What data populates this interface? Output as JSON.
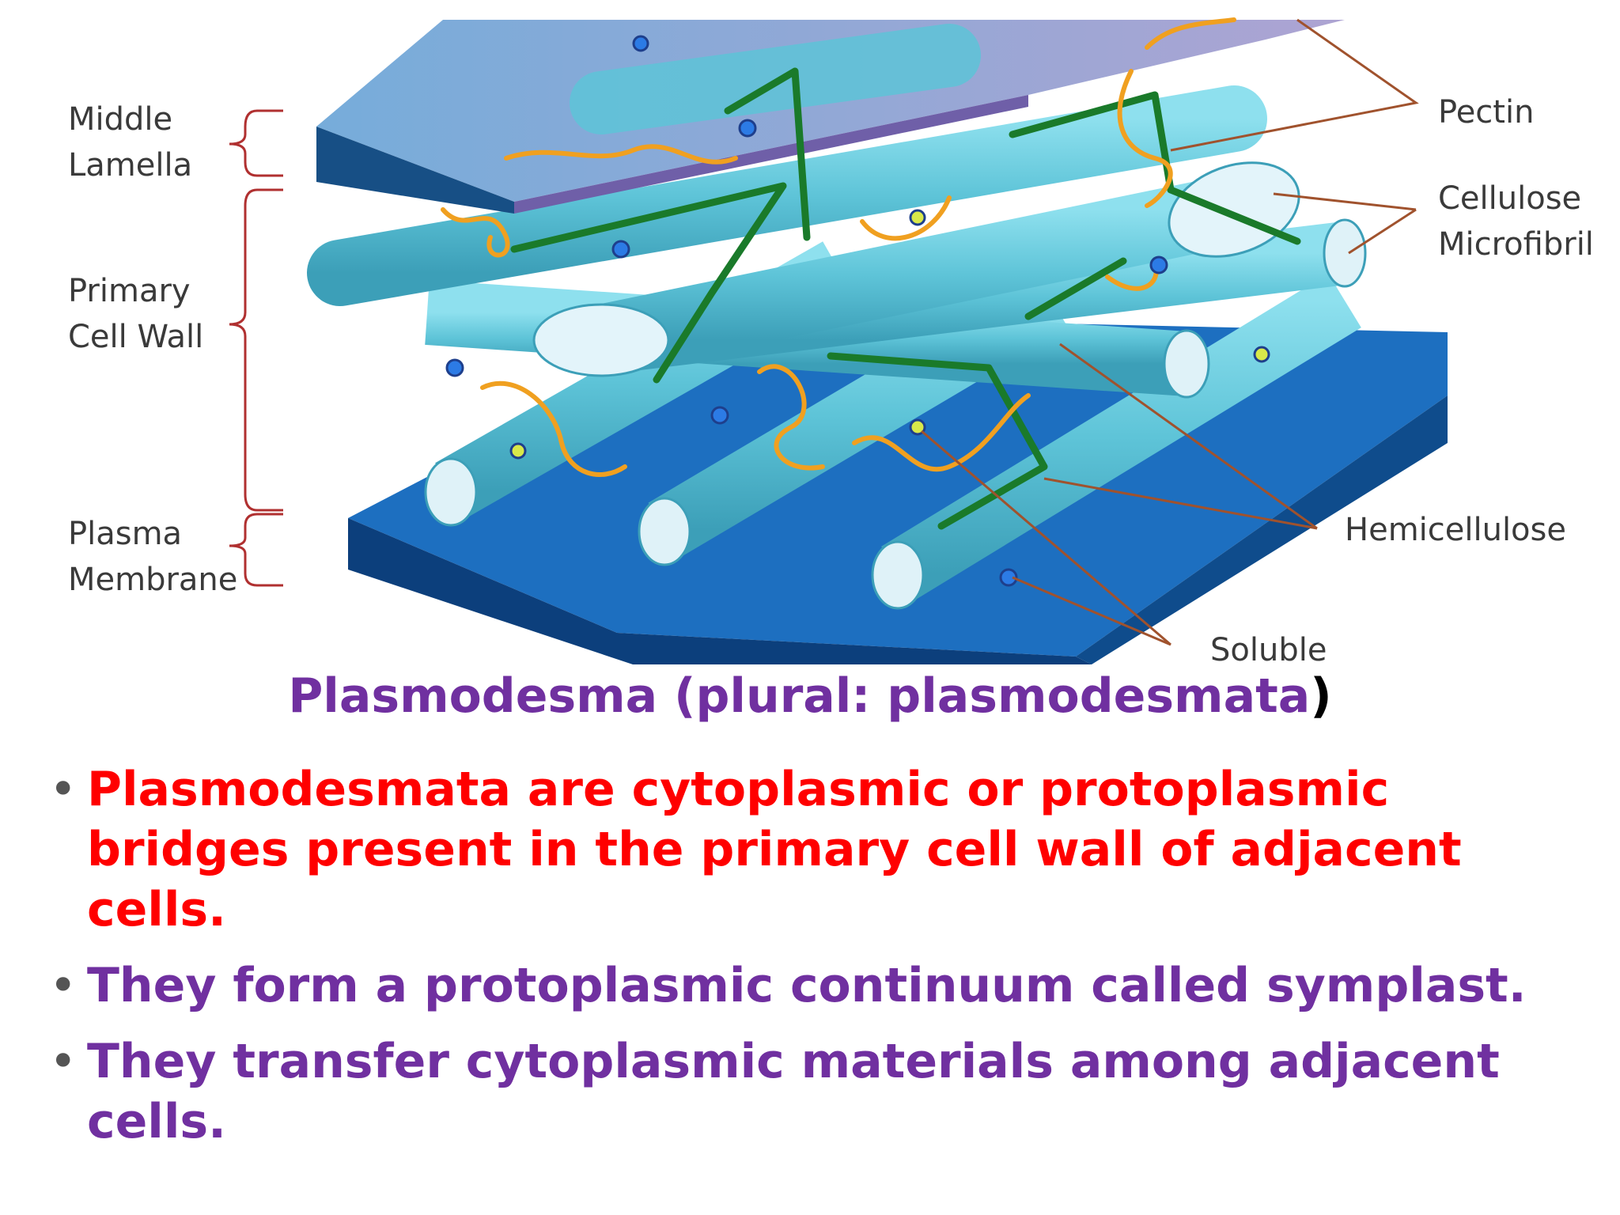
{
  "diagram": {
    "labels": {
      "middle_lamella": [
        "Middle",
        "Lamella"
      ],
      "primary_cell_wall": [
        "Primary",
        "Cell Wall"
      ],
      "plasma_membrane": [
        "Plasma",
        "Membrane"
      ],
      "pectin": "Pectin",
      "cellulose_microfibril": [
        "Cellulose",
        "Microfibril"
      ],
      "hemicellulose": "Hemicellulose",
      "soluble": "Soluble"
    },
    "colors": {
      "membrane_blue": "#1560a8",
      "lamella_purple": "#9b8fc9",
      "microfibril_cyan": "#62c8dc",
      "microfibril_end": "#dff2f8",
      "hemicellulose_green": "#1a7a2a",
      "pectin_orange": "#f0a020",
      "leader_line": "#a0522d",
      "bracket": "#b03030"
    }
  },
  "caption": {
    "main": "Plasmodesma (plural: plasmodesmata",
    "close": ")"
  },
  "bullets": [
    {
      "text": "Plasmodesmata are cytoplasmic or protoplasmic bridges present in the primary cell wall of adjacent cells.",
      "color": "#ff0000"
    },
    {
      "text": "They form a protoplasmic continuum called symplast.",
      "color": "#7030a0"
    },
    {
      "text": "They transfer cytoplasmic materials among adjacent cells.",
      "color": "#7030a0"
    }
  ]
}
